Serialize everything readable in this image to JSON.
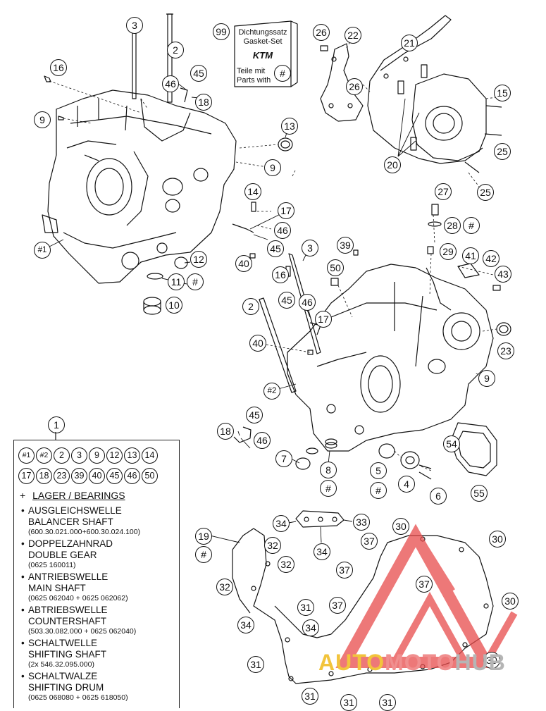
{
  "gasket_box": {
    "number": "99",
    "line1": "Dichtungssatz",
    "line2": "Gasket-Set",
    "logo": "KTM",
    "line3": "Teile mit",
    "line4": "Parts with",
    "badge": "#"
  },
  "top_callouts": {
    "c3_top": "3",
    "c2_top": "2",
    "c16_top": "16",
    "c9_top": "9",
    "c45_top": "45",
    "c46_top": "46",
    "c18_top": "18",
    "c26_a": "26",
    "c22": "22",
    "c26_b": "26",
    "c21": "21",
    "c15": "15",
    "c25_a": "25",
    "c20": "20",
    "c25_b": "25",
    "c13": "13",
    "c9_mid": "9",
    "c14_top": "14",
    "c17_top": "17",
    "c46_mid": "46",
    "c45_mid": "45",
    "c40_top": "40",
    "c1a": "#1",
    "c12": "12",
    "c11": "11",
    "c11_hash": "#",
    "c10": "10"
  },
  "mid_callouts": {
    "c27": "27",
    "c28": "28",
    "c28_hash": "#",
    "c29": "29",
    "c41": "41",
    "c42": "42",
    "c43": "43",
    "c3_mid": "3",
    "c39": "39",
    "c50": "50",
    "c16_mid": "16",
    "c2_mid": "2",
    "c45_low": "45",
    "c46_low": "46",
    "c17_low": "17",
    "c40_low": "40",
    "c23": "23",
    "c9_low": "9",
    "c2a": "#2",
    "c45_b": "45",
    "c18_b": "18",
    "c46_b": "46",
    "c7": "7",
    "c8": "8",
    "c8_hash": "#",
    "c5": "5",
    "c5_hash": "#",
    "c4": "4",
    "c6": "6",
    "c54": "54",
    "c55": "55"
  },
  "bottom_callouts": {
    "c19": "19",
    "c19_hash": "#",
    "c34_a": "34",
    "c33": "33",
    "c34_b": "34",
    "c32_a": "32",
    "c32_b": "32",
    "c32_c": "32",
    "c30_a": "30",
    "c30_b": "30",
    "c30_c": "30",
    "c30_d": "30",
    "c37_a": "37",
    "c37_b": "37",
    "c37_c": "37",
    "c37_d": "37",
    "c31_a": "31",
    "c34_c": "34",
    "c34_d": "34",
    "c31_b": "31",
    "c31_c": "31",
    "c31_d": "31",
    "c31_e": "31"
  },
  "legend": {
    "number": "1",
    "grid": [
      "#1",
      "#2",
      "2",
      "3",
      "9",
      "12",
      "13",
      "14",
      "17",
      "18",
      "23",
      "39",
      "40",
      "45",
      "46",
      "50"
    ],
    "plus": "+",
    "plus_label": "LAGER / BEARINGS",
    "items": [
      {
        "de": "AUSGLEICHSWELLE",
        "en": "BALANCER SHAFT",
        "pn": "(600.30.021.000+600.30.024.100)"
      },
      {
        "de": "DOPPELZAHNRAD",
        "en": "DOUBLE GEAR",
        "pn": "(0625 160011)"
      },
      {
        "de": "ANTRIEBSWELLE",
        "en": "MAIN SHAFT",
        "pn": "(0625 062040 + 0625 062062)"
      },
      {
        "de": "ABTRIEBSWELLE",
        "en": "COUNTERSHAFT",
        "pn": "(503.30.082.000 + 0625 062040)"
      },
      {
        "de": "SCHALTWELLE",
        "en": "SHIFTING SHAFT",
        "pn": "(2x 546.32.095.000)"
      },
      {
        "de": "SCHALTWALZE",
        "en": "SHIFTING DRUM",
        "pn": "(0625 068080 + 0625 618050)"
      }
    ]
  },
  "watermark": {
    "part1": "AUTO",
    "part2": "MOTO",
    "part3": "HUB"
  },
  "colors": {
    "line": "#111111",
    "watermark_red": "#e84b4b",
    "watermark_yellow": "#f2c43c",
    "watermark_grey": "#b5b5b5"
  }
}
